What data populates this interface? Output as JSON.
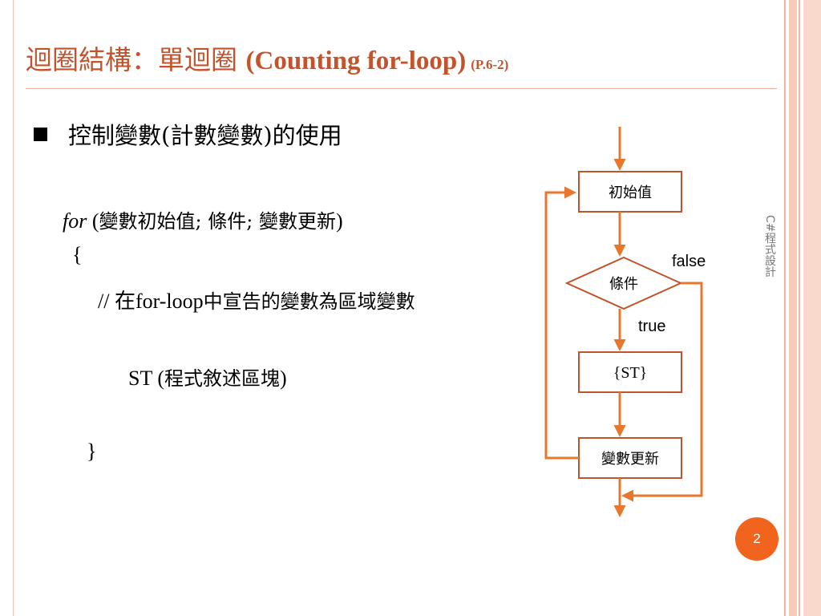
{
  "slide": {
    "title_cjk": "迴圈結構：單迴圈 ",
    "title_latin": "(Counting for-loop)",
    "title_page_ref": "(P.6-2)",
    "bullet": "控制變數(計數變數)的使用",
    "code": {
      "for_keyword": "for",
      "for_open": " (",
      "for_args": "變數初始值; 條件; 變數更新",
      "for_close": ")",
      "brace_open": "{",
      "comment_prefix": "// 在",
      "comment_latin": "for-loop",
      "comment_suffix": "中宣告的變數為區域變數",
      "st_prefix": "ST (",
      "st_desc": "程式敘述區塊",
      "st_close": ")",
      "brace_close": "}"
    },
    "side_label": "C#程式設計",
    "page_number": "2"
  },
  "flowchart": {
    "init": "初始值",
    "condition": "條件",
    "body": "{ST}",
    "update": "變數更新",
    "true_label": "true",
    "false_label": "false"
  },
  "colors": {
    "title": "#c4532b",
    "arrow": "#e8772e",
    "box_border": "#c0542a",
    "page_badge": "#f0641e"
  }
}
